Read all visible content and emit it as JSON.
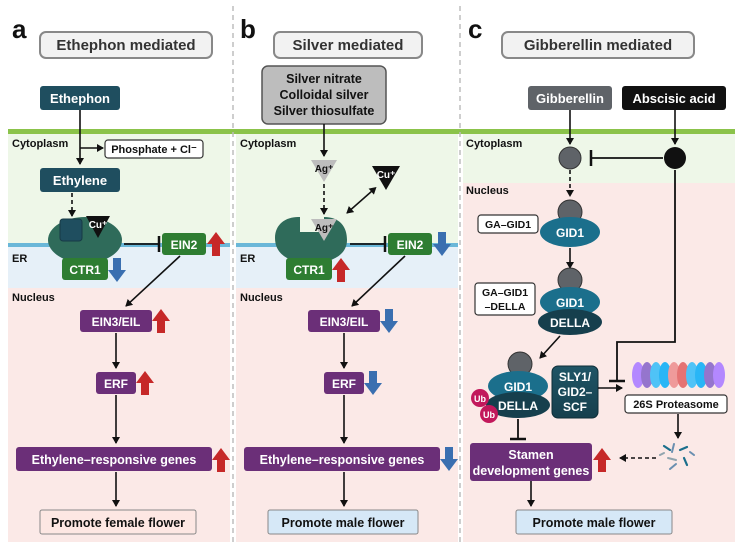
{
  "panels": {
    "a": {
      "letter": "a",
      "title": "Ethephon mediated",
      "ethephon": "Ethephon",
      "phosphate": "Phosphate + Cl⁻",
      "cytoplasm": "Cytoplasm",
      "ethylene": "Ethylene",
      "cu": "Cu⁺",
      "ein2": "EIN2",
      "er": "ER",
      "ctr1": "CTR1",
      "nucleus": "Nucleus",
      "ein3": "EIN3/EIL",
      "erf": "ERF",
      "genes": "Ethylene–responsive genes",
      "outcome": "Promote female flower"
    },
    "b": {
      "letter": "b",
      "title": "Silver mediated",
      "silver_lines": [
        "Silver nitrate",
        "Colloidal silver",
        "Silver thiosulfate"
      ],
      "cytoplasm": "Cytoplasm",
      "ag_top": "Ag⁺",
      "cu": "Cu⁺",
      "ag_bound": "Ag⁺",
      "ein2": "EIN2",
      "er": "ER",
      "ctr1": "CTR1",
      "nucleus": "Nucleus",
      "ein3": "EIN3/EIL",
      "erf": "ERF",
      "genes": "Ethylene–responsive genes",
      "outcome": "Promote male flower"
    },
    "c": {
      "letter": "c",
      "title": "Gibberellin mediated",
      "gibberellin": "Gibberellin",
      "aba": "Abscisic acid",
      "cytoplasm": "Cytoplasm",
      "nucleus": "Nucleus",
      "ga_gid1": "GA–GID1",
      "gid1": "GID1",
      "ga_gid1_della_1": "GA–GID1",
      "ga_gid1_della_2": "–DELLA",
      "della": "DELLA",
      "ub": "Ub",
      "scf_lines": [
        "SLY1/",
        "GID2–",
        "SCF"
      ],
      "proteasome": "26S Proteasome",
      "stamen_lines": [
        "Stamen",
        "development genes"
      ],
      "outcome": "Promote male flower"
    }
  },
  "colors": {
    "teal": "#1f4e5f",
    "green": "#2e7d32",
    "purple": "#6b2f78",
    "membrane_green": "#8bc34a",
    "er_blue": "#6ab7d8",
    "cytoplasm_bg": "#eef7e8",
    "er_bg": "#e7f1f8",
    "nucleus_bg": "#fbe9e7",
    "up_arrow": "#c62828",
    "down_arrow": "#3a6fb0"
  }
}
